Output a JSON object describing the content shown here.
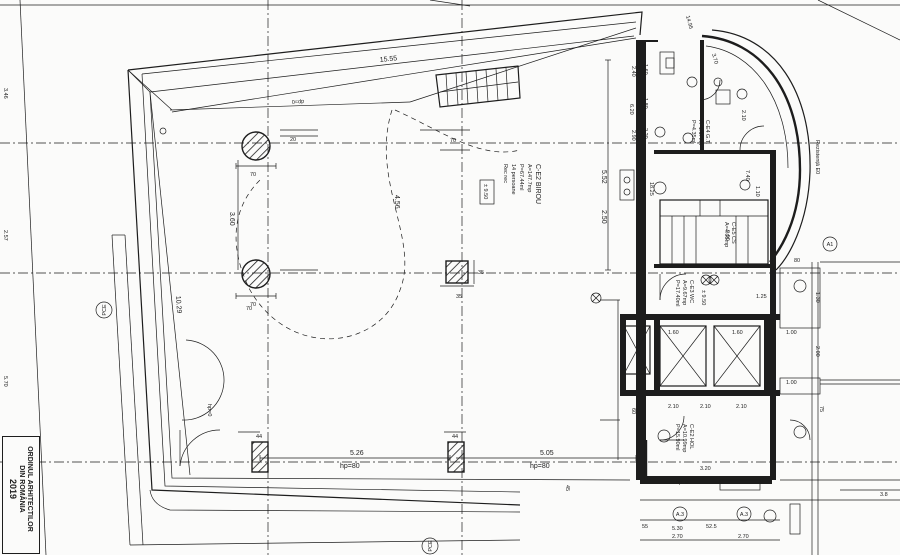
{
  "dims": {
    "d1555": "15.55",
    "d1029": "10.29",
    "d526": "5.26",
    "d505": "5.05",
    "d456": "4.56",
    "d360": "3.60",
    "d552": "5.52",
    "d250": "2.50",
    "d20a": "20",
    "d70a": "70",
    "d70b": "70",
    "d70c": "70",
    "d70d": "70",
    "d35a": "35",
    "d35b": "35",
    "d44a": "44",
    "d44b": "44",
    "d45": "45",
    "d60": "60",
    "d80": "80",
    "d130": "1.30",
    "d200": "2.00",
    "d100a": "1.00",
    "d100b": "1.00",
    "d160a": "1.60",
    "d160b": "1.60",
    "d320": "3.20",
    "d125": "1.25",
    "d110": "1.10",
    "d210a": "2.10",
    "d210b": "2.10",
    "d210c": "2.10",
    "d55": "55",
    "d530": "5.30",
    "d525": "52.5",
    "d270a": "2.70",
    "d270b": "2.70",
    "d75": "75",
    "d38": "3.8",
    "d257": "2.57",
    "d570": "5.70",
    "d346": "3.46",
    "d240": "2.40",
    "d290": "2.90",
    "d620": "6.20"
  },
  "levels": {
    "hp80a": "hp=80",
    "hp80b": "hp=80",
    "hp0a": "hp=0",
    "hp0b": "hp=0",
    "dp": "0=dp",
    "m950": "± 9.50",
    "m950b": "± 9.50"
  },
  "room_main": {
    "code": "C-E2 BIROU",
    "area": "A=147.7mp",
    "perim": "P=67.44ml",
    "persons": "14 persoane",
    "volume": "Rec rec"
  },
  "room_wc": {
    "code": "C-E3 WC",
    "area": "A=9.67mp",
    "perim": "P=17.40ml"
  },
  "room_hol": {
    "code": "C-E2 HOL",
    "area": "A=10.99mp",
    "perim": "P=15.90ml"
  },
  "room_mech": {
    "code": "C-E4 G.T.",
    "area": "A=1.17mp",
    "perim": "P=4.35ml"
  },
  "room_stair": {
    "code": "C-E5 CS",
    "area": "A=4.95mp"
  },
  "axis": {
    "a1": "A1",
    "a2": "A.3",
    "a3": "A.3",
    "p1": "PCE",
    "p2": "PCE"
  },
  "stamp": {
    "line1": "ORDINUL ARHITECTILOR",
    "line2": "DIN ROMÂNIA",
    "year": "2019"
  },
  "misc": {
    "far_right": "Rezistență E0",
    "s1": "1.60",
    "s2": "1.80",
    "s3": "2.20",
    "s4": "2.10",
    "s5": "3.70",
    "s6": "14.95",
    "s7": "18.25",
    "s8": "7.40",
    "s9": "9.50"
  }
}
